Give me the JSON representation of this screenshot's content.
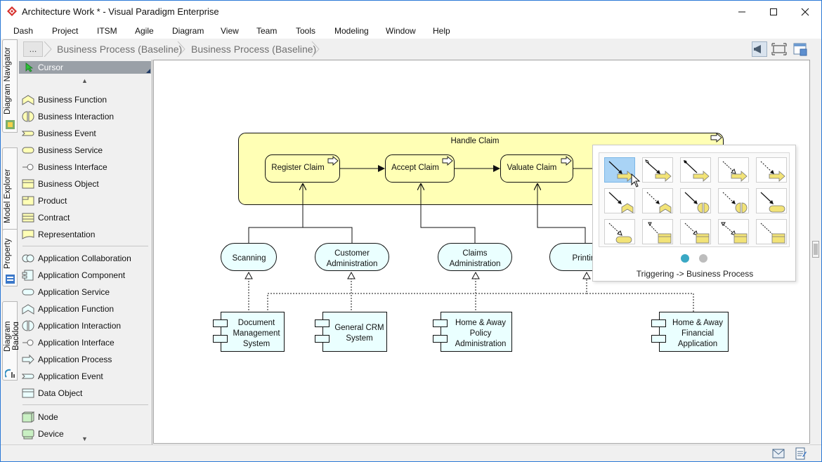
{
  "window": {
    "title": "Architecture Work * - Visual Paradigm Enterprise",
    "minimize_icon": "minimize-icon",
    "maximize_icon": "maximize-icon",
    "close_icon": "close-icon"
  },
  "menu": [
    "Dash",
    "Project",
    "ITSM",
    "Agile",
    "Diagram",
    "View",
    "Team",
    "Tools",
    "Modeling",
    "Window",
    "Help"
  ],
  "breadcrumb": {
    "more": "...",
    "items": [
      "Business Process (Baseline)",
      "Business Process (Baseline)"
    ]
  },
  "side_tabs": [
    "Diagram Navigator",
    "Model Explorer",
    "Property",
    "Diagram Backlog"
  ],
  "palette": {
    "cursor_label": "Cursor",
    "business_items": [
      {
        "label": "Business Function",
        "icon": "business-function-icon"
      },
      {
        "label": "Business Interaction",
        "icon": "business-interaction-icon"
      },
      {
        "label": "Business Event",
        "icon": "business-event-icon"
      },
      {
        "label": "Business Service",
        "icon": "business-service-icon"
      },
      {
        "label": "Business Interface",
        "icon": "business-interface-icon"
      },
      {
        "label": "Business Object",
        "icon": "business-object-icon"
      },
      {
        "label": "Product",
        "icon": "product-icon"
      },
      {
        "label": "Contract",
        "icon": "contract-icon"
      },
      {
        "label": "Representation",
        "icon": "representation-icon"
      }
    ],
    "application_items": [
      {
        "label": "Application Collaboration",
        "icon": "application-collaboration-icon"
      },
      {
        "label": "Application Component",
        "icon": "application-component-icon"
      },
      {
        "label": "Application Service",
        "icon": "application-service-icon"
      },
      {
        "label": "Application Function",
        "icon": "application-function-icon"
      },
      {
        "label": "Application Interaction",
        "icon": "application-interaction-icon"
      },
      {
        "label": "Application Interface",
        "icon": "application-interface-icon"
      },
      {
        "label": "Application Process",
        "icon": "application-process-icon"
      },
      {
        "label": "Application Event",
        "icon": "application-event-icon"
      },
      {
        "label": "Data Object",
        "icon": "data-object-icon"
      }
    ],
    "technology_items": [
      {
        "label": "Node",
        "icon": "node-icon"
      },
      {
        "label": "Device",
        "icon": "device-icon"
      }
    ]
  },
  "diagram": {
    "process_container": "Handle Claim",
    "processes": [
      "Register Claim",
      "Accept Claim",
      "Valuate Claim"
    ],
    "services": [
      "Scanning",
      "Customer Administration",
      "Claims Administration",
      "Printing"
    ],
    "components": [
      "Document Management System",
      "General CRM System",
      "Home & Away Policy Administration",
      "Home & Away Financial Application"
    ]
  },
  "popup": {
    "caption": "Triggering -> Business Process",
    "selected_index": 0,
    "page_count": 2,
    "active_page": 1
  },
  "colors": {
    "business_fill": "#ffffb5",
    "application_fill": "#eaffff",
    "selection": "#a9d3f5",
    "active_dot": "#3aa8c4",
    "inactive_dot": "#bdbdbd"
  }
}
